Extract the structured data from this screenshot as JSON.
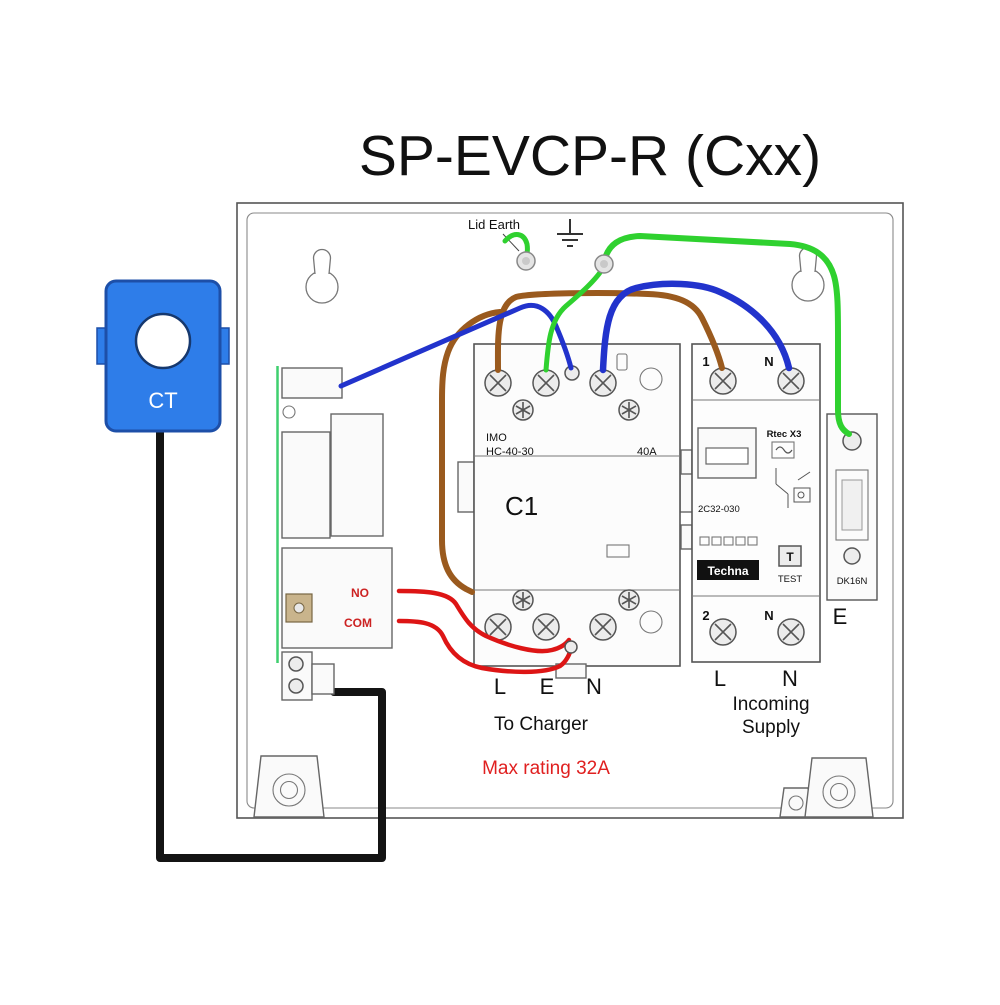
{
  "title": "SP-EVCP-R (Cxx)",
  "enclosure": {
    "lid_earth": "Lid Earth"
  },
  "ct": {
    "label": "CT"
  },
  "relay_board": {
    "no": "NO",
    "com": "COM"
  },
  "contactor": {
    "brand": "IMO",
    "model": "HC-40-30",
    "rating": "40A",
    "name": "C1",
    "term_l": "L",
    "term_e": "E",
    "term_n": "N"
  },
  "charger": {
    "caption": "To Charger",
    "max_rating": "Max rating 32A"
  },
  "rcbo": {
    "in_1": "1",
    "in_n": "N",
    "brand": "Rtec X3",
    "model": "2C32-030",
    "logo": "Techna",
    "test_btn": "T",
    "test": "TEST",
    "out_2": "2",
    "out_n": "N",
    "term_l": "L",
    "term_n": "N"
  },
  "supply": {
    "line1": "Incoming",
    "line2": "Supply"
  },
  "earth_block": {
    "model": "DK16N",
    "label": "E"
  },
  "colors": {
    "wire_green": "#2fd12f",
    "wire_blue": "#2233cc",
    "wire_brown": "#9a5a1e",
    "wire_red": "#dd1515",
    "wire_black": "#141414",
    "ct_blue": "#2e7de9",
    "label_red": "#e02020"
  }
}
